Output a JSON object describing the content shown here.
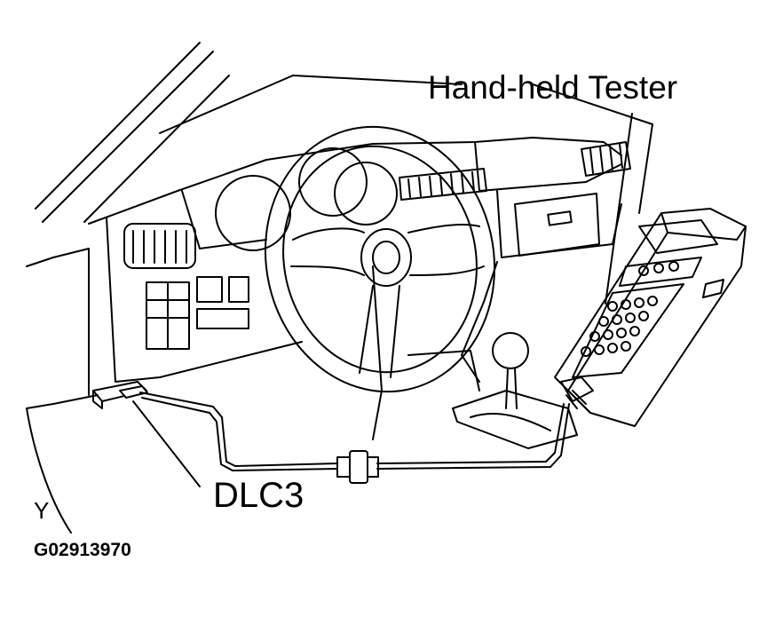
{
  "labels": {
    "tester": "Hand-held  Tester",
    "connector": "DLC3",
    "view_mark": "Y",
    "figure_code": "G02913970"
  },
  "colors": {
    "line": "#000000",
    "background": "#ffffff"
  }
}
